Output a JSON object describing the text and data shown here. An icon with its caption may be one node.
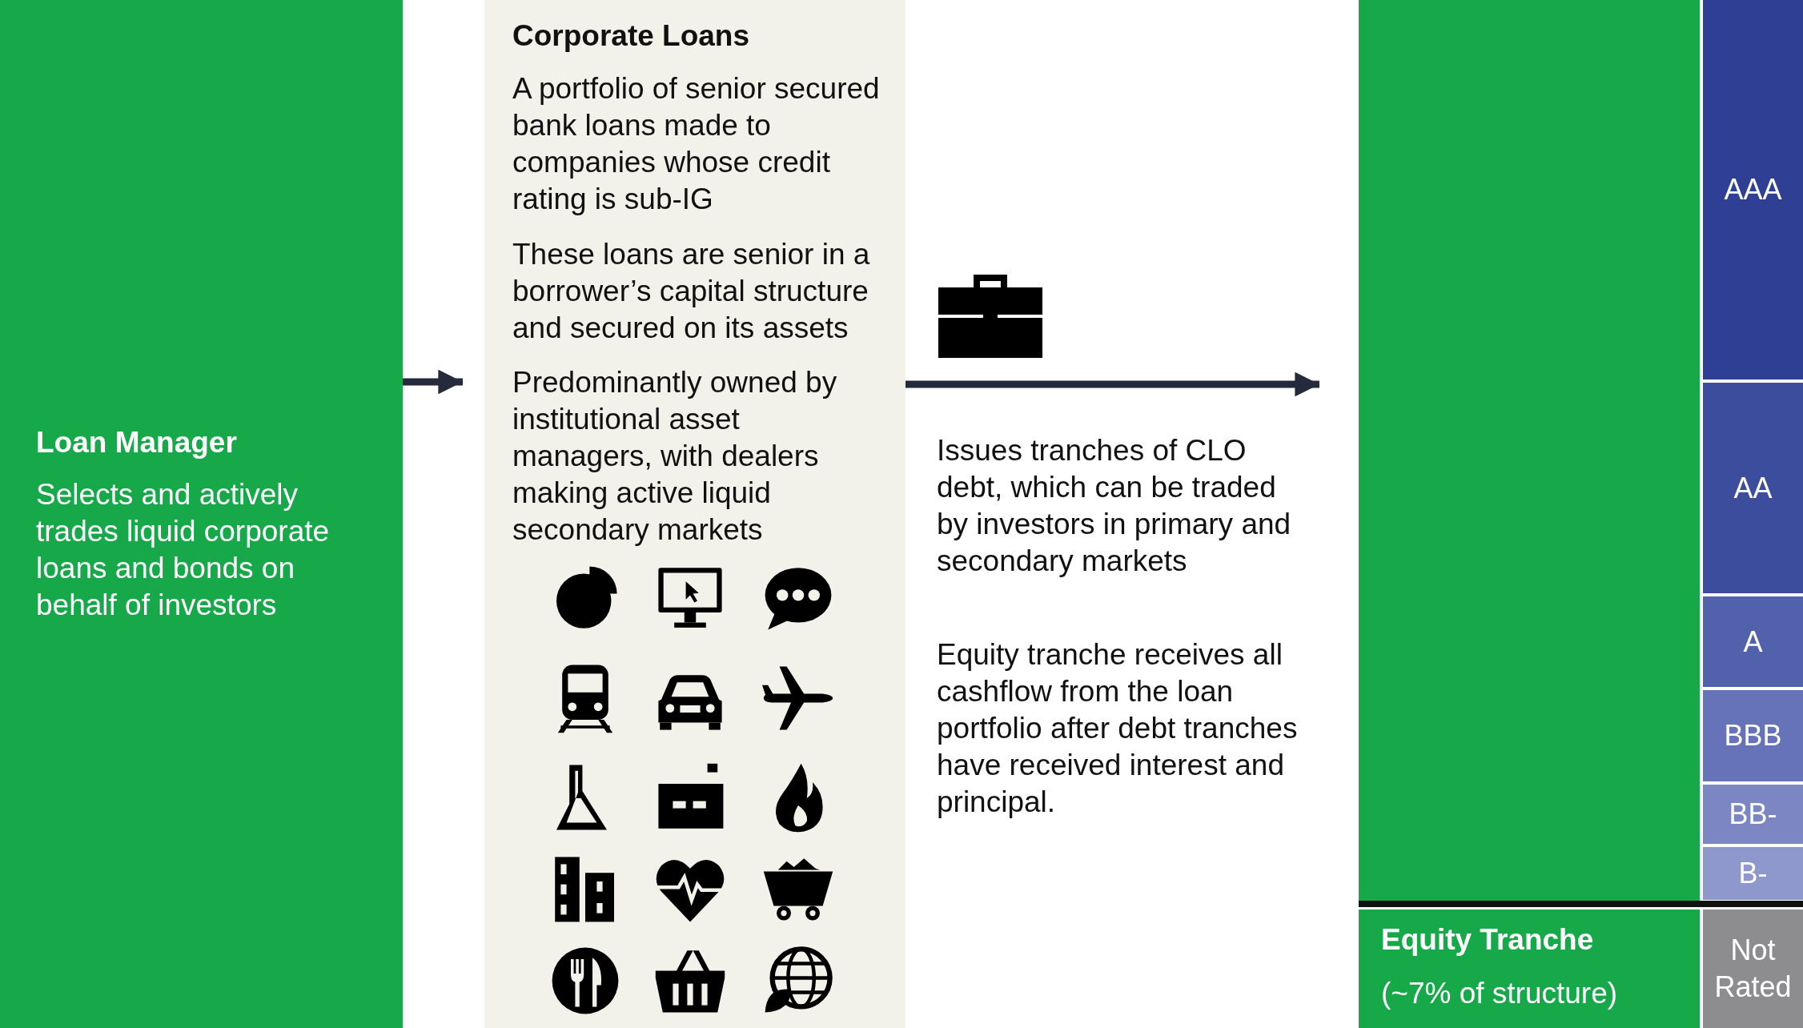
{
  "diagram": {
    "nodes": [
      {
        "text": [
          "Loan Manager",
          "Selects and actively trades liquid corporate loans and bonds on behalf of investors"
        ]
      },
      {
        "text": [
          "Corporate Loans",
          "A portfolio of senior secured bank loans made to companies whose credit rating is sub-IG",
          "These loans are senior in a borrower’s capital structure and secured on its assets",
          "Predominantly owned by institutional asset managers, with dealers making active liquid secondary markets"
        ]
      },
      {
        "text": [],
        "shape": "box"
      },
      {
        "text": [
          "Equity Tranche",
          "(~7% of structure)"
        ]
      },
      {
        "text": [
          "AAA"
        ]
      },
      {
        "text": [
          "AA"
        ]
      },
      {
        "text": [
          "A"
        ]
      },
      {
        "text": [
          "BBB"
        ]
      },
      {
        "text": [
          "BB-"
        ]
      },
      {
        "text": [
          "B-"
        ]
      },
      {
        "text": [
          "Not Rated"
        ]
      }
    ],
    "edges": [
      {
        "from": 0,
        "to": 1,
        "arrow": "to"
      },
      {
        "from": 1,
        "to": 2,
        "arrow": "to"
      }
    ],
    "labels": [
      "Issues tranches of CLO debt, which can be traded by investors in primary and secondary markets",
      "Equity tranche receives all cashflow from the loan portfolio after debt tranches have received interest and principal."
    ]
  }
}
